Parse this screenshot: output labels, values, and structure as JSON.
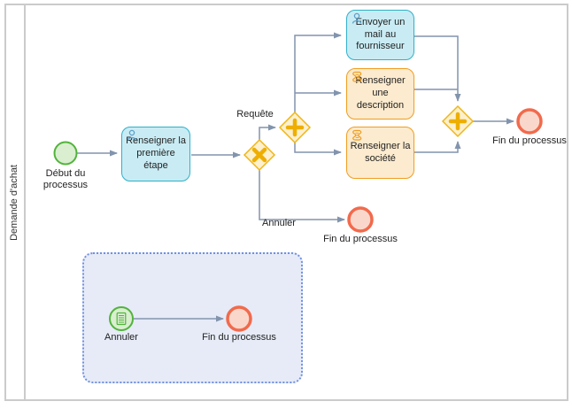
{
  "pool": {
    "label": "Demande d'achat"
  },
  "process": {
    "start_event": {
      "label": "Début du processus"
    },
    "task_premiere_etape": {
      "label": "Renseigner la première étape",
      "type": "user-task"
    },
    "flow_requete": {
      "label": "Requête"
    },
    "flow_annuler": {
      "label": "Annuler"
    },
    "task_mail": {
      "label": "Envoyer un mail au fournisseur",
      "type": "user-task"
    },
    "task_description": {
      "label": "Renseigner une description",
      "type": "script-task"
    },
    "task_societe": {
      "label": "Renseigner la société",
      "type": "script-task"
    },
    "end_event_main": {
      "label": "Fin du processus"
    },
    "end_event_annuler": {
      "label": "Fin du processus"
    },
    "subprocess": {
      "start_event_annuler": {
        "label": "Annuler"
      },
      "end_event": {
        "label": "Fin du processus"
      }
    }
  },
  "icons": {
    "user_task": "user-icon",
    "script_task": "script-icon",
    "conditional_start": "conditional-event-icon",
    "exclusive_gateway": "x-gateway-icon",
    "parallel_gateway": "plus-gateway-icon"
  },
  "colors": {
    "pool_border": "#cbcbcb",
    "connector": "#8294ad",
    "user_task_fill": "#c9ecf4",
    "user_task_border": "#2fb0c9",
    "script_task_fill": "#fcebce",
    "script_task_border": "#f09d20",
    "gateway_fill": "#fcf0cd",
    "gateway_border": "#f0b517",
    "gateway_symbol": "#eeae00",
    "start_event_fill": "#d9efd0",
    "start_event_border": "#52b33c",
    "end_event_fill": "#f9d8cb",
    "end_event_border": "#f26a4c",
    "subprocess_fill": "#e6ebf7",
    "subprocess_border": "#7090e0"
  }
}
